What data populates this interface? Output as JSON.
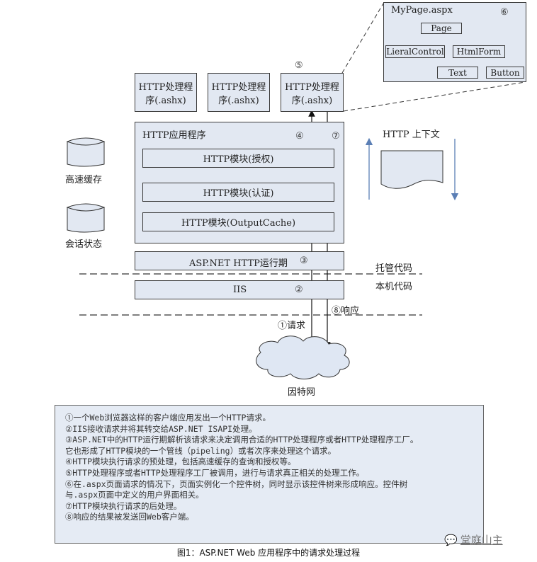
{
  "mypage": {
    "title": "MyPage.aspx",
    "step": "⑥",
    "tree": {
      "root": "Page",
      "children": [
        "LieralControl",
        "HtmlForm"
      ],
      "grandchildren": [
        "Text",
        "Button"
      ]
    }
  },
  "handlers": [
    {
      "line1": "HTTP处理程",
      "line2": "序(.ashx)"
    },
    {
      "line1": "HTTP处理程",
      "line2": "序(.ashx)"
    },
    {
      "line1": "HTTP处理程",
      "line2": "序(.ashx)",
      "step": "⑤"
    }
  ],
  "app": {
    "title": "HTTP应用程序",
    "step": "④",
    "step_post": "⑦",
    "modules": [
      "HTTP模块(授权)",
      "HTTP模块(认证)",
      "HTTP模块(OutputCache)"
    ]
  },
  "runtime": {
    "label": "ASP.NET HTTP运行期",
    "step": "③"
  },
  "iis": {
    "label": "IIS",
    "step": "②"
  },
  "storage": {
    "cache": "高速缓存",
    "session": "会话状态"
  },
  "context": {
    "label": "HTTP 上下文"
  },
  "zones": {
    "managed": "托管代码",
    "native": "本机代码"
  },
  "flow": {
    "request": "①请求",
    "response": "⑧响应",
    "internet": "因特网"
  },
  "notes": [
    "①一个Web浏览器这样的客户端应用发出一个HTTP请求。",
    "②IIS接收请求并将其转交给ASP.NET ISAPI处理。",
    "③ASP.NET中的HTTP运行期解析该请求来决定调用合适的HTTP处理程序或者HTTP处理程序工厂。",
    "它也形成了HTTP模块的一个管线（pipeling）或者次序来处理这个请求。",
    "④HTTP模块执行请求的预处理，包括高速缓存的查询和授权等。",
    "⑤HTTP处理程序或者HTTP处理程序工厂被调用，进行与请求真正相关的处理工作。",
    "⑥在.aspx页面请求的情况下，页面实例化一个控件树，同时显示该控件树来形成响应。控件树",
    "与.aspx页面中定义的用户界面相关。",
    "⑦HTTP模块执行请求的后处理。",
    "⑧响应的结果被发送回Web客户端。"
  ],
  "caption": "图1：ASP.NET Web 应用程序中的请求处理过程",
  "watermark": "堂庭山主",
  "colors": {
    "box_fill": "#e2e8f2",
    "arrow_blue": "#5b7fb5",
    "border": "#3c3c3c"
  }
}
